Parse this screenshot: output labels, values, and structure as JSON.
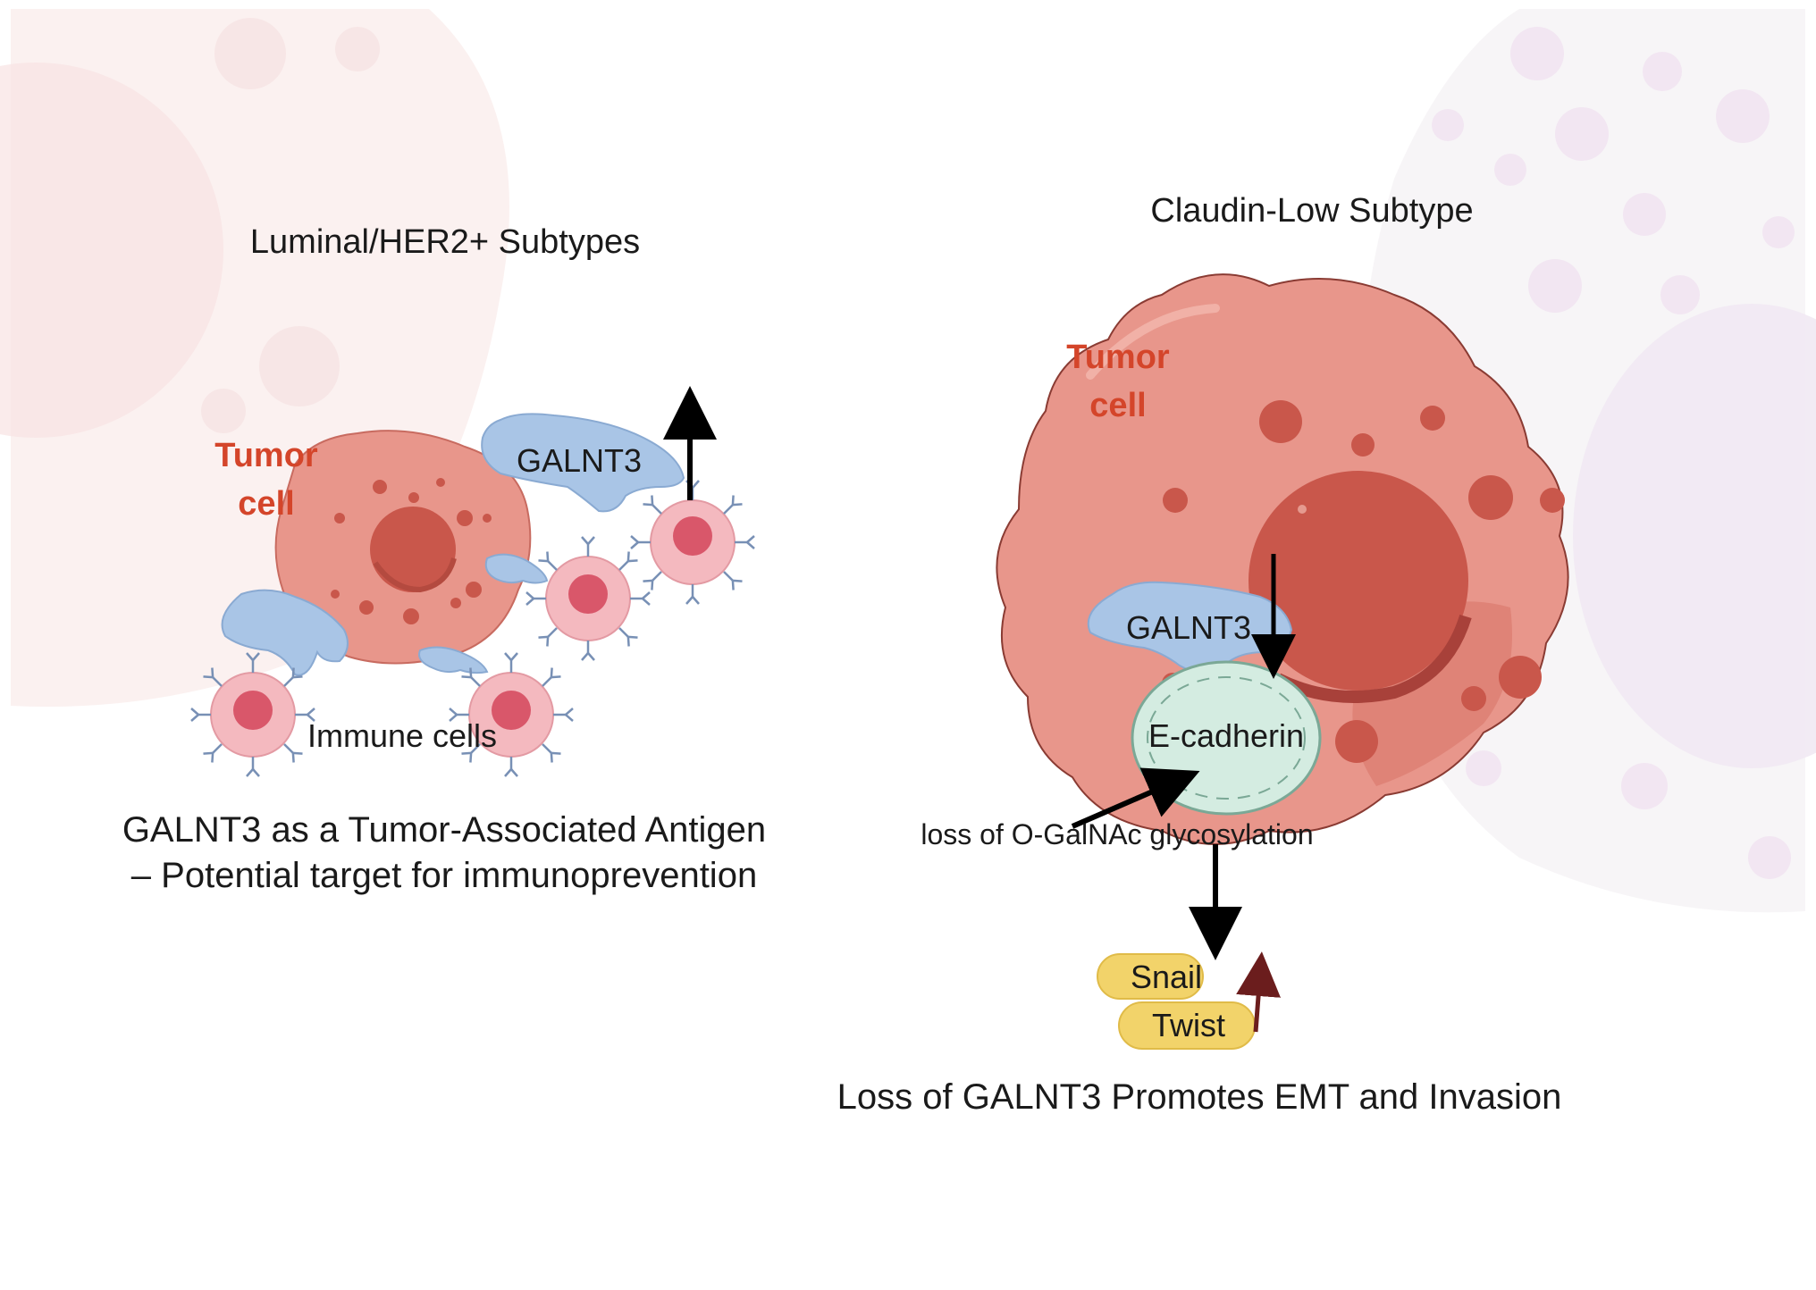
{
  "left_panel": {
    "subtype_title": "Luminal/HER2+ Subtypes",
    "tumor_label_line1": "Tumor",
    "tumor_label_line2": "cell",
    "galnt3_label": "GALNT3",
    "immune_label": "Immune cells",
    "caption_line1": "GALNT3 as a Tumor-Associated Antigen",
    "caption_line2": "– Potential target for immunoprevention"
  },
  "right_panel": {
    "subtype_title": "Claudin-Low Subtype",
    "tumor_label_line1": "Tumor",
    "tumor_label_line2": "cell",
    "galnt3_label": "GALNT3",
    "ecadherin_label": "E-cadherin",
    "loss_label": "loss of O-GalNAc glycosylation",
    "snail_label": "Snail",
    "twist_label": "Twist",
    "caption": "Loss of GALNT3 Promotes EMT and Invasion"
  },
  "colors": {
    "tumor_cell": "#e8968b",
    "tumor_nucleus": "#c9574b",
    "galnt3": "#a9c5e6",
    "immune_cell": "#f4b9bf",
    "ecadherin": "#d4ece1",
    "snail_twist": "#f2d36a",
    "tumor_label": "#d4452a",
    "up_arrow_dark": "#6b1d1d"
  }
}
